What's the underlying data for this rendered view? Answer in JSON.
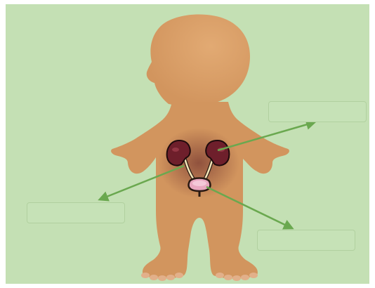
{
  "diagram": {
    "colors": {
      "background": "#c4e0b4",
      "body": "#d2955e",
      "kidney": "#6e1f2b",
      "bladder": "#e9a8c0",
      "pointer": "#6aa84f"
    },
    "labels": [
      {
        "id": "right",
        "text": ""
      },
      {
        "id": "left",
        "text": ""
      },
      {
        "id": "lower",
        "text": ""
      }
    ]
  }
}
